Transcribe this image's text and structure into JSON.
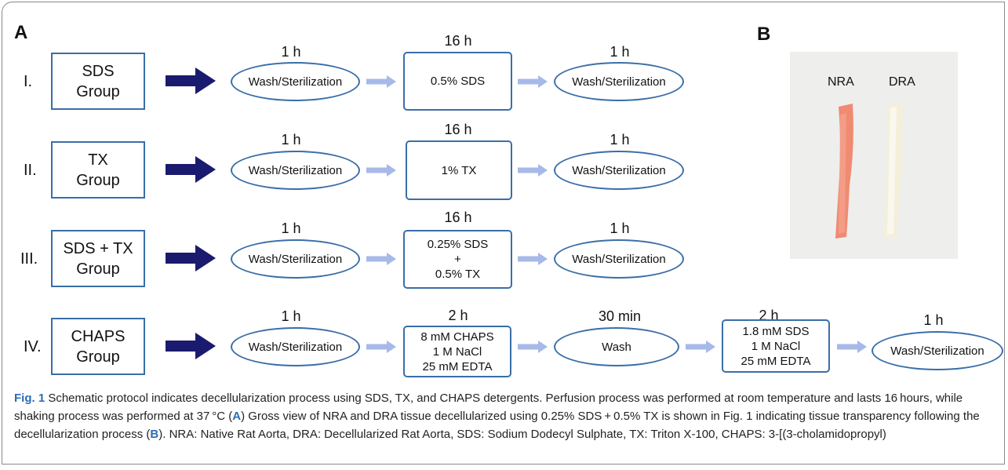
{
  "panels": {
    "a": "A",
    "b": "B"
  },
  "rows": [
    {
      "roman": "I.",
      "group_line1": "SDS",
      "group_line2": "Group",
      "step1": {
        "time": "1 h",
        "label": "Wash/Sterilization"
      },
      "step2": {
        "time": "16 h",
        "lines": [
          "0.5% SDS"
        ]
      },
      "step3": {
        "time": "1 h",
        "label": "Wash/Sterilization"
      }
    },
    {
      "roman": "II.",
      "group_line1": "TX",
      "group_line2": "Group",
      "step1": {
        "time": "1 h",
        "label": "Wash/Sterilization"
      },
      "step2": {
        "time": "16 h",
        "lines": [
          "1% TX"
        ]
      },
      "step3": {
        "time": "1 h",
        "label": "Wash/Sterilization"
      }
    },
    {
      "roman": "III.",
      "group_line1": "SDS + TX",
      "group_line2": "Group",
      "step1": {
        "time": "1 h",
        "label": "Wash/Sterilization"
      },
      "step2": {
        "time": "16 h",
        "lines": [
          "0.25% SDS",
          "+",
          "0.5% TX"
        ]
      },
      "step3": {
        "time": "1 h",
        "label": "Wash/Sterilization"
      }
    },
    {
      "roman": "IV.",
      "group_line1": "CHAPS",
      "group_line2": "Group",
      "step1": {
        "time": "1 h",
        "label": "Wash/Sterilization"
      },
      "step2": {
        "time": "2 h",
        "lines": [
          "8 mM CHAPS",
          "1 M NaCl",
          "25 mM EDTA"
        ]
      },
      "step3": {
        "time": "30 min",
        "label": "Wash"
      },
      "step4": {
        "time": "2 h",
        "lines": [
          "1.8 mM SDS",
          "1 M NaCl",
          "25 mM EDTA"
        ]
      },
      "step5": {
        "time": "1 h",
        "label": "Wash/Sterilization"
      }
    }
  ],
  "photo": {
    "label_left": "NRA",
    "label_right": "DRA"
  },
  "caption": {
    "fig": "Fig. 1",
    "t1": "  Schematic protocol indicates decellularization process using SDS, TX, and CHAPS detergents. Perfusion process was performed at room temperature and lasts 16 hours, while shaking process was performed at 37 °C (",
    "a": "A",
    "t2": ") Gross view of NRA and DRA tissue decellularized using 0.25% SDS + 0.5% TX is shown in Fig. 1 indicating tissue transparency following the decellularization process (",
    "b": "B",
    "t3": "). NRA: Native Rat Aorta, DRA: Decellularized Rat Aorta, SDS: Sodium Dodecyl Sulphate, TX: Triton X-100, CHAPS: 3-[(3-cholamidopropyl)"
  },
  "colors": {
    "box_border": "#3a6ea8",
    "big_arrow": "#1a1a6e",
    "small_arrow": "#a6b9e8",
    "caption_accent": "#2a6db4"
  }
}
